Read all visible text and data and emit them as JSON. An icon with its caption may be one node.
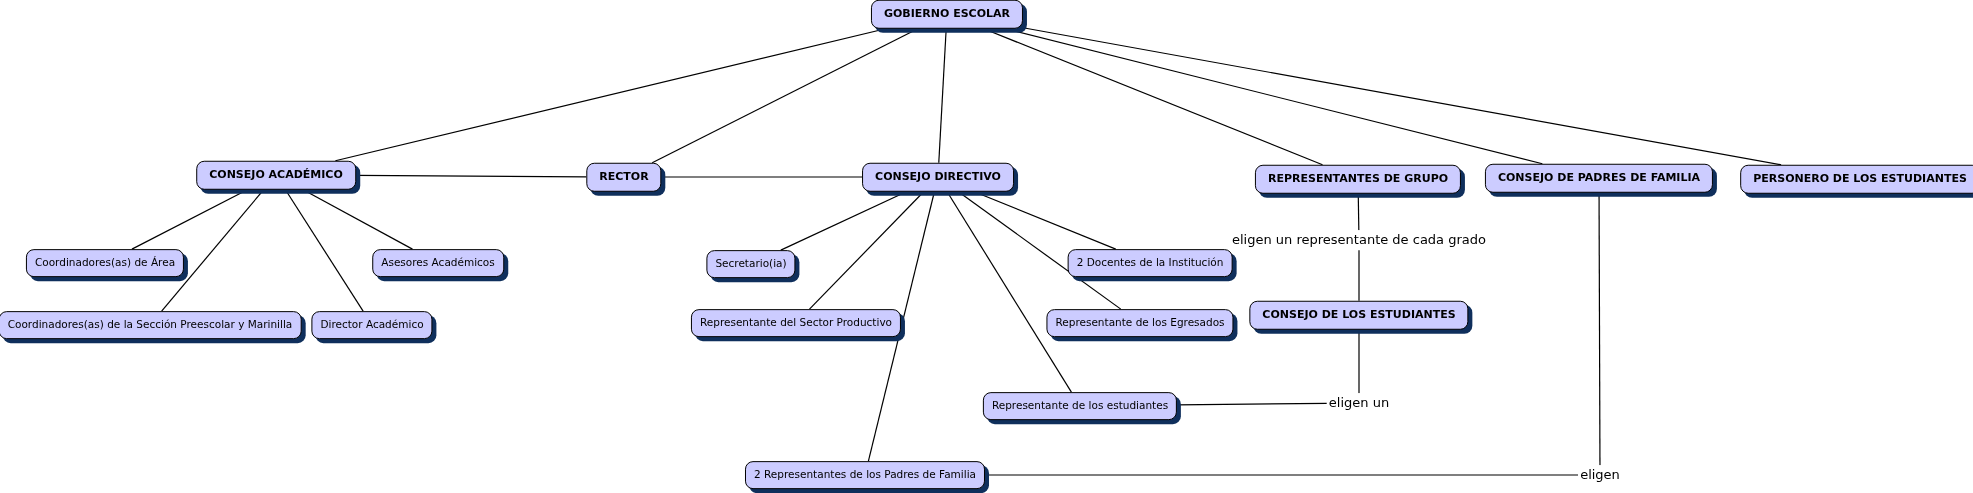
{
  "diagram": {
    "nodes": [
      {
        "text": [
          "GOBIERNO ESCOLAR"
        ]
      },
      {
        "text": [
          "CONSEJO ACADÉMICO"
        ]
      },
      {
        "text": [
          "RECTOR"
        ]
      },
      {
        "text": [
          "CONSEJO DIRECTIVO"
        ]
      },
      {
        "text": [
          "REPRESENTANTES DE GRUPO"
        ]
      },
      {
        "text": [
          "CONSEJO DE PADRES DE FAMILIA"
        ]
      },
      {
        "text": [
          "PERSONERO DE LOS ESTUDIANTES"
        ]
      },
      {
        "text": [
          "Coordinadores(as) de Área"
        ]
      },
      {
        "text": [
          "Asesores Académicos"
        ]
      },
      {
        "text": [
          "Coordinadores(as) de la Sección Preescolar y Marinilla"
        ]
      },
      {
        "text": [
          "Director Académico"
        ]
      },
      {
        "text": [
          "Secretario(ia)"
        ]
      },
      {
        "text": [
          "2 Docentes de la Institución"
        ]
      },
      {
        "text": [
          "Representante del Sector Productivo"
        ]
      },
      {
        "text": [
          "Representante de los Egresados"
        ]
      },
      {
        "text": [
          "Representante de los estudiantes"
        ]
      },
      {
        "text": [
          "2 Representantes de los Padres de Familia"
        ]
      },
      {
        "text": [
          "eligen un representante de cada grado"
        ]
      },
      {
        "text": [
          "CONSEJO DE LOS ESTUDIANTES"
        ]
      },
      {
        "text": [
          "eligen un"
        ]
      },
      {
        "text": [
          "eligen"
        ]
      }
    ],
    "edges": [
      {
        "from": 0,
        "to": 1,
        "arrow": "none"
      },
      {
        "from": 0,
        "to": 2,
        "arrow": "none"
      },
      {
        "from": 0,
        "to": 3,
        "arrow": "none"
      },
      {
        "from": 0,
        "to": 4,
        "arrow": "none"
      },
      {
        "from": 0,
        "to": 5,
        "arrow": "none"
      },
      {
        "from": 0,
        "to": 6,
        "arrow": "none"
      },
      {
        "from": 1,
        "to": 2,
        "arrow": "none"
      },
      {
        "from": 2,
        "to": 3,
        "arrow": "none"
      },
      {
        "from": 1,
        "to": 7,
        "arrow": "none"
      },
      {
        "from": 1,
        "to": 9,
        "arrow": "none"
      },
      {
        "from": 1,
        "to": 10,
        "arrow": "none"
      },
      {
        "from": 1,
        "to": 8,
        "arrow": "none"
      },
      {
        "from": 3,
        "to": 11,
        "arrow": "none"
      },
      {
        "from": 3,
        "to": 13,
        "arrow": "none"
      },
      {
        "from": 3,
        "to": 16,
        "arrow": "none"
      },
      {
        "from": 3,
        "to": 15,
        "arrow": "none"
      },
      {
        "from": 3,
        "to": 14,
        "arrow": "none"
      },
      {
        "from": 3,
        "to": 12,
        "arrow": "none"
      },
      {
        "from": 4,
        "to": 17,
        "arrow": "none"
      },
      {
        "from": 17,
        "to": 18,
        "arrow": "none"
      },
      {
        "from": 18,
        "to": 19,
        "arrow": "none"
      },
      {
        "from": 19,
        "to": 15,
        "arrow": "none"
      },
      {
        "from": 5,
        "to": 20,
        "arrow": "none"
      },
      {
        "from": 20,
        "to": 16,
        "arrow": "none"
      }
    ]
  }
}
